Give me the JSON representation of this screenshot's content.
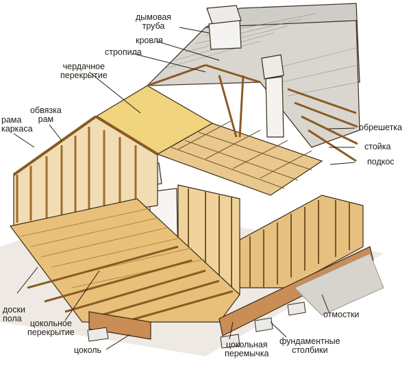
{
  "labels": {
    "chimney": [
      "дымовая",
      "труба"
    ],
    "roof": "кровля",
    "rafters": "стропила",
    "attic_floor": [
      "чердачное",
      "перекрытие"
    ],
    "top_plate": [
      "обвязка",
      "рам"
    ],
    "frame": [
      "рама",
      "каркаса"
    ],
    "sheathing": "обрешетка",
    "post": "стойка",
    "brace": "подкос",
    "floor_boards": [
      "доски",
      "пола"
    ],
    "basement_floor": [
      "цокольное",
      "перекрытие"
    ],
    "plinth": "цоколь",
    "plinth_lintel": [
      "цокольная",
      "перемычка"
    ],
    "foundation_posts": [
      "фундаментные",
      "столбики"
    ],
    "blind_area": "отмостки"
  },
  "colors": {
    "wood": "#e2b978",
    "wood_dark": "#b9803a",
    "line": "#3b2a17",
    "brick": "#c98d55",
    "roof": "#c9c7c2",
    "chimney": "#ecebe8"
  }
}
